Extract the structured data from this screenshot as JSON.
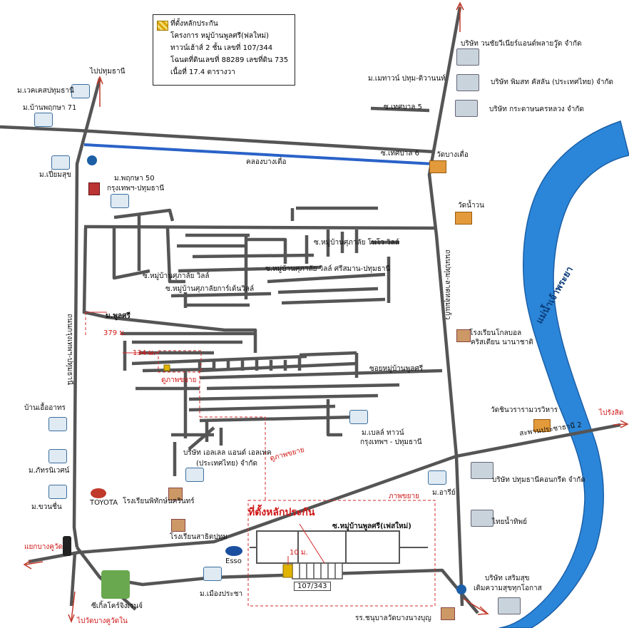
{
  "legend": {
    "title": "ที่ตั้งหลักประกัน",
    "project": "โครงการ หมู่บ้านพูลศรี(ฟลใหม่)",
    "house": "ทาวน์เฮ้าส์ 2 ชั้น เลขที่ 107/344",
    "deed": "โฉนดที่ดินเลขที่ 88289 เลขที่ดิน 735",
    "area": "เนื้อที่ 17.4 ตารางวา"
  },
  "labels": {
    "to_pathum_thani": "ไปปทุมธานี",
    "mooban_tech": "ม.เวคเคสปทุมธานี",
    "mooban_pruksa71": "ม.บ้านพฤกษา 71",
    "mooban_pianmsuk": "ม.เปี่ยมสุข",
    "pruksa50": "ม.พฤกษา 50",
    "bkk_pathum": "กรุงเทพฯ-ปทุมธานี",
    "company_vanachai": "บริษัท วนชัยวีเนียร์แอนด์พลายวู๊ด จำกัด",
    "metro_town": "ม.เมทาวน์ ปทุม-ติวานนท์",
    "company_pimsat": "บริษัท พิมสท คัสลัน (ประเทศไทย) จำกัด",
    "company_paper": "บริษัท กระดาษนครหลวง จำกัด",
    "soi_thesaban5": "ซ.เทศบาล 5",
    "soi_thesaban6": "ซ.เทศบาล 6",
    "wat_bangteui": "วัดบางเตื่อ",
    "canal": "คลองบางเตื่อ",
    "wat_namwon": "วัดน้ำวน",
    "soi_novo": "ซ.หมู่บ้านศุภาลัย โนโว วิลล์",
    "soi_sriman": "ซ.หมู่บ้านศุภาลัย วิลล์ ศรีสมาน-ปทุมธานี",
    "soi_ville": "ซ.หมู่บ้านศุภาลัย วิลล์",
    "soi_garden": "ซ.หมู่บ้านศุภาลัยการ์เด้นวิลล์",
    "road_pathum": "ถนนปทุม-ลาดหลุมแก้ว",
    "road_bkk_pathum": "ถนนกรุงเทพฯ-ปทุมธานี",
    "m_pulsri": "ม.พูลศรี",
    "dist_379": "379 ม.",
    "dist_134": "134 ม.",
    "expansion": "ดูภาพขยาย",
    "soi_pulsri": "ซอยหมู่บ้านพูลศรี",
    "school_christian_1": "โรงเรียนโกลบอล",
    "school_christian_2": "คริสเตียน นานาชาติ",
    "chao_phraya": "แม่น้ำเจ้าพระยา",
    "wat_chinwararam": "วัดชินวรารามวรวิหาร",
    "to_rangsit": "ไปรังสิต",
    "bridge": "สะพานประชาธานี 2",
    "belle_town": "ม.เบลล์ ทาวน์",
    "belle_town_2": "กรุงเทพฯ - ปทุมธานี",
    "company_lsl": "บริษัท เอลเลล แอนด์ เอลเทค",
    "company_lsl_2": "(ประเทศไทย) จำกัด",
    "baan_asathorn": "บ้านเอื้ออาทร",
    "mooban_phatr": "ม.ภัทรนิเวศน์",
    "mooban_khun": "ม.ขวนชื่น",
    "toyota": "TOYOTA",
    "school_pittayasin": "โรงเรียนพิทักษ์นครินทร์",
    "school_satit": "โรงเรียนสาธิตปทุม",
    "m_arthi": "ม.อารีย์",
    "company_concrete": "บริษัท ปทุมธานีคอนกรีต จำกัด",
    "thai_namtip": "ไทยน้ำทิพย์",
    "expansion_inset": "ภาพขยาย",
    "site_location": "ที่ตั้งหลักประกัน",
    "soi_fleur": "ซ.หมู่บ้านพูลศรี(เฟสใหม่)",
    "dist_10": "10 ม.",
    "house_no": "107/343",
    "bang_kudi_jct": "แยกบางคูวัด",
    "esso": "Esso",
    "m_muang": "ม.เมืองประชา",
    "golf": "ซีเกิ้ลโคร์จิงเรนจ์",
    "to_bang_kudi": "ไปวัดบางคูวัดใน",
    "company_serm": "บริษัท เสริมสุข",
    "company_serm_2": "เติมความสุขทุกโอกาส",
    "school_wat": "รร.ชนุบาลวัดบางนางบุญ"
  }
}
